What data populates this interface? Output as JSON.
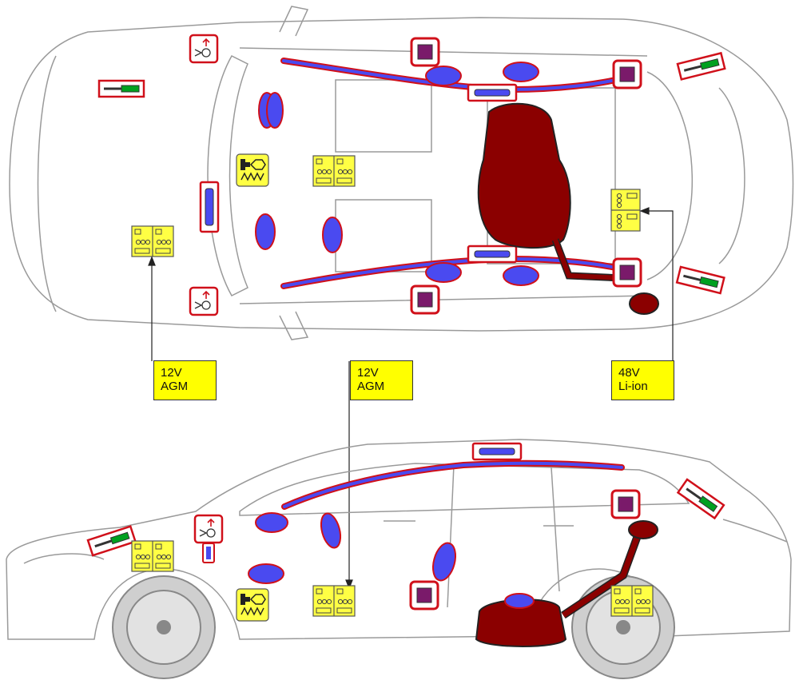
{
  "callouts": {
    "front_battery": {
      "line1": "12V",
      "line2": "AGM"
    },
    "cabin_battery": {
      "line1": "12V",
      "line2": "AGM"
    },
    "rear_battery": {
      "line1": "48V",
      "line2": "Li-ion"
    }
  },
  "colors": {
    "battery": "#ffff44",
    "fuel_tank": "#8b0000",
    "airbag": "#4a4af0",
    "airbag_outline": "#d0101a",
    "sensor": "#7a1a6a",
    "gas_strut": "#00a020",
    "label_box": "#ffff00",
    "car_outline": "#9a9a9a"
  },
  "icons": [
    "battery-icon",
    "fuel-tank-icon",
    "airbag-icon",
    "curtain-airbag-icon",
    "crash-sensor-icon",
    "gas-strut-icon",
    "pretensioner-icon",
    "inflator-icon"
  ]
}
